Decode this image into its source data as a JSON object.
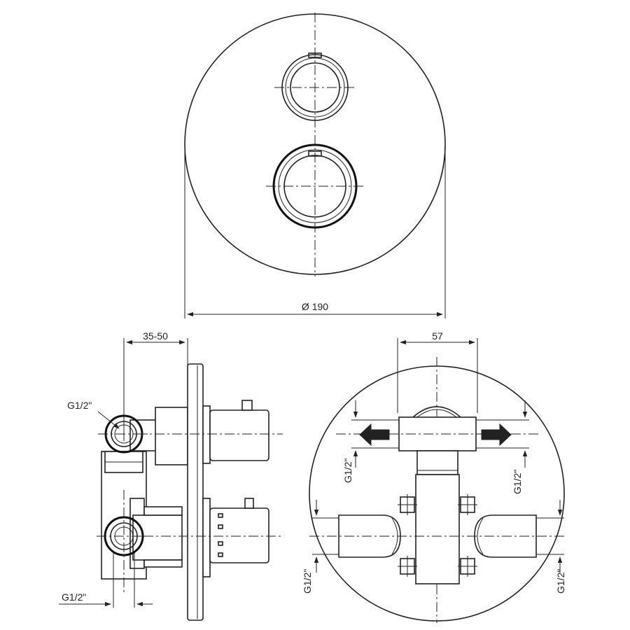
{
  "dimensions": {
    "diameter": "Ø 190",
    "depth": "35-50",
    "width": "57",
    "thread": "G1/2\""
  },
  "colors": {
    "line": "#222222",
    "background": "#ffffff"
  }
}
